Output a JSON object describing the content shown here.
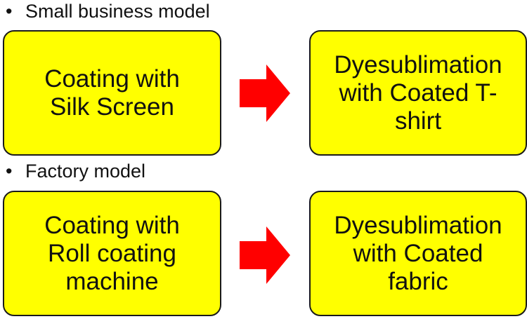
{
  "colors": {
    "box_fill": "#ffff00",
    "box_border": "#1a1a1a",
    "arrow": "#ff0000"
  },
  "sections": [
    {
      "heading": "Small business model",
      "bullet": "•",
      "from": "Coating with\nSilk Screen",
      "to": "Dyesublimation\nwith Coated T-\nshirt"
    },
    {
      "heading": "Factory model",
      "bullet": "•",
      "from": "Coating with\nRoll coating\nmachine",
      "to": "Dyesublimation\nwith Coated\nfabric"
    }
  ]
}
